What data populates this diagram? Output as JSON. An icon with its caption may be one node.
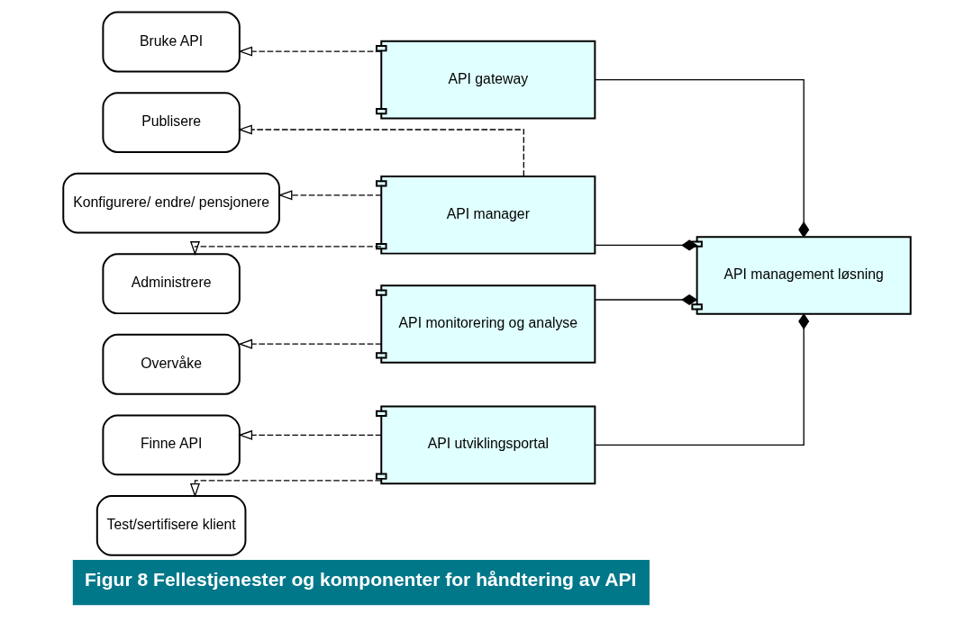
{
  "diagram": {
    "caption": "Figur 8 Fellestjenester og komponenter for håndtering av API",
    "nodes": [
      {
        "text": [
          "Bruke API"
        ]
      },
      {
        "text": [
          "Publisere"
        ]
      },
      {
        "text": [
          "Konfigurere/ endre/ pensjonere"
        ]
      },
      {
        "text": [
          "Administrere"
        ]
      },
      {
        "text": [
          "Overvåke"
        ]
      },
      {
        "text": [
          "Finne API"
        ]
      },
      {
        "text": [
          "Test/sertifisere klient"
        ]
      },
      {
        "text": [
          "API gateway"
        ]
      },
      {
        "text": [
          "API manager"
        ]
      },
      {
        "text": [
          "API monitorering og analyse"
        ]
      },
      {
        "text": [
          "API utviklingsportal"
        ]
      },
      {
        "text": [
          "API management løsning"
        ]
      }
    ],
    "edges": [
      {
        "from": 7,
        "to": 0,
        "arrow": "to",
        "style": "dashed"
      },
      {
        "from": 8,
        "to": 1,
        "arrow": "to",
        "style": "dashed"
      },
      {
        "from": 8,
        "to": 2,
        "arrow": "to",
        "style": "dashed"
      },
      {
        "from": 8,
        "to": 3,
        "arrow": "to",
        "style": "dashed"
      },
      {
        "from": 9,
        "to": 4,
        "arrow": "to",
        "style": "dashed"
      },
      {
        "from": 10,
        "to": 5,
        "arrow": "to",
        "style": "dashed"
      },
      {
        "from": 10,
        "to": 6,
        "arrow": "to",
        "style": "dashed"
      },
      {
        "from": 7,
        "to": 11,
        "arrow": "other"
      },
      {
        "from": 8,
        "to": 11,
        "arrow": "other"
      },
      {
        "from": 9,
        "to": 11,
        "arrow": "other"
      },
      {
        "from": 10,
        "to": 11,
        "arrow": "other"
      }
    ]
  }
}
